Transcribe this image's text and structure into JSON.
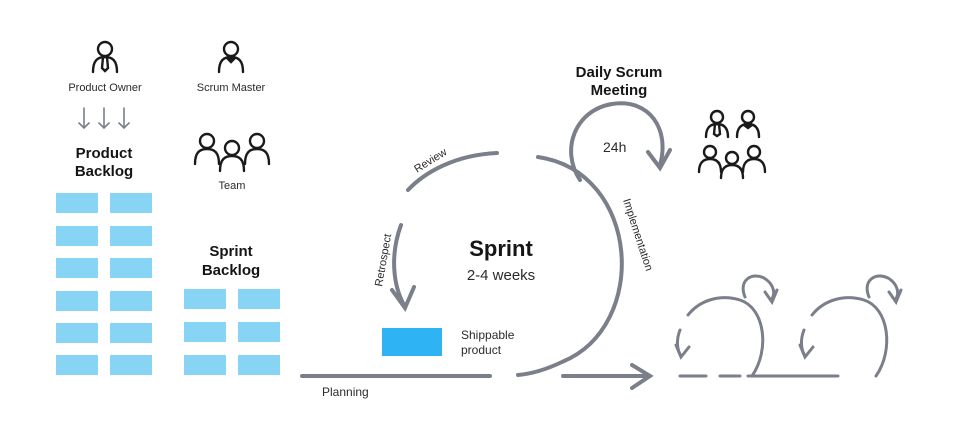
{
  "roles": {
    "product_owner": "Product Owner",
    "scrum_master": "Scrum Master",
    "team": "Team"
  },
  "backlogs": {
    "product_line1": "Product",
    "product_line2": "Backlog",
    "sprint_line1": "Sprint",
    "sprint_line2": "Backlog"
  },
  "sprint": {
    "title": "Sprint",
    "duration": "2-4 weeks",
    "review": "Review",
    "retrospect": "Retrospect",
    "implementation": "Implementation",
    "planning": "Planning"
  },
  "daily": {
    "line1": "Daily Scrum",
    "line2": "Meeting",
    "cycle": "24h"
  },
  "product": {
    "line1": "Shippable",
    "line2": "product"
  },
  "colors": {
    "card": "#87d4f5",
    "shippable": "#2eb4f5",
    "arrow": "#7a7f8a",
    "text": "#2b2b2b"
  }
}
